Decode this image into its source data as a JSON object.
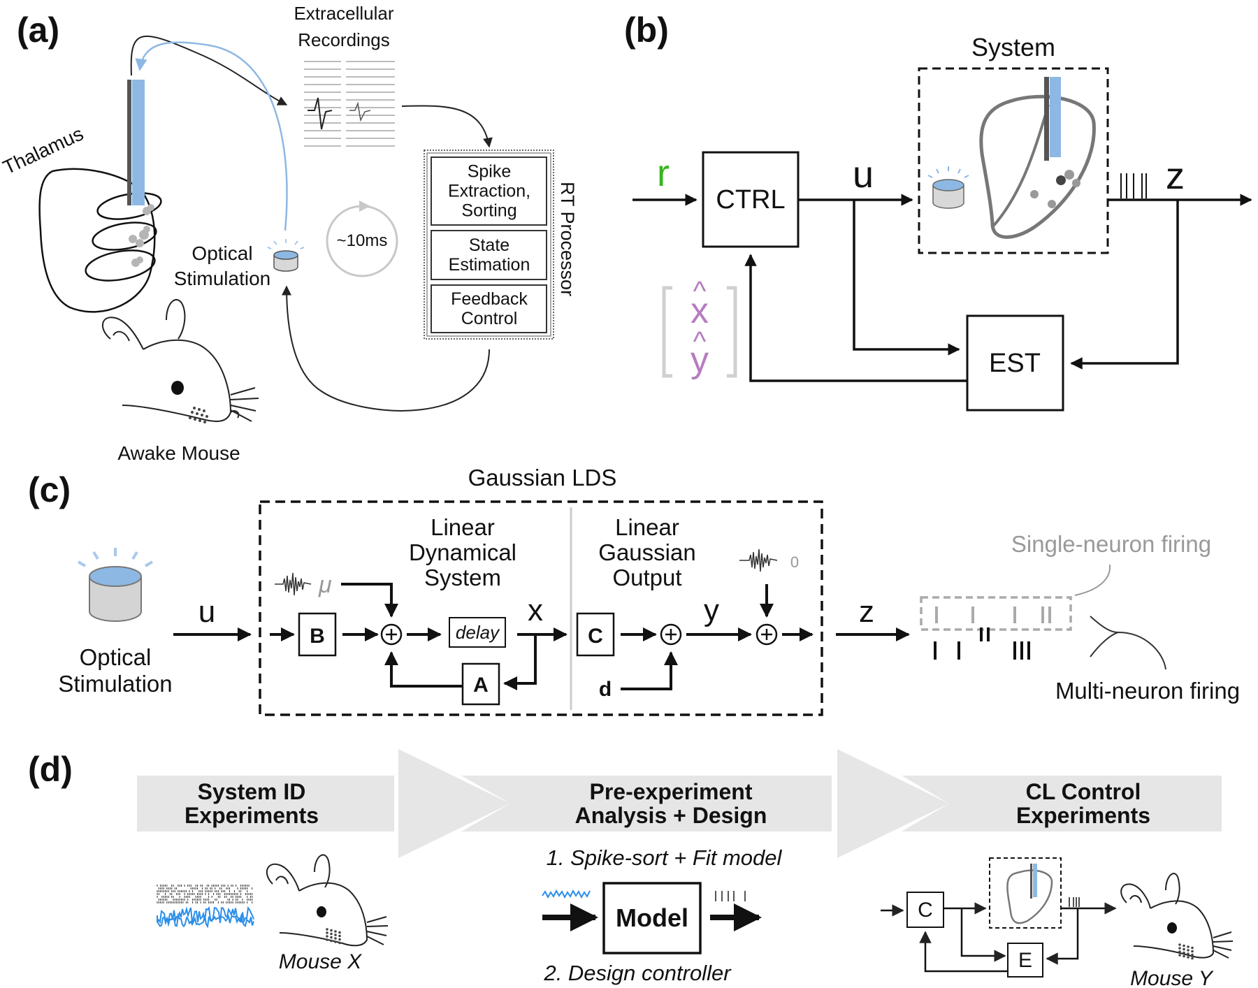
{
  "panels": {
    "a": {
      "label": "(a)",
      "thalamus": "Thalamus",
      "recordings_line1": "Extracellular",
      "recordings_line2": "Recordings",
      "processor_title": "RT Processor",
      "processor_steps": [
        [
          "Spike",
          "Extraction,",
          "Sorting"
        ],
        [
          "State",
          "Estimation"
        ],
        [
          "Feedback",
          "Control"
        ]
      ],
      "loop_time": "~10ms",
      "optical_line1": "Optical",
      "optical_line2": "Stimulation",
      "mouse_label": "Awake Mouse"
    },
    "b": {
      "label": "(b)",
      "system": "System",
      "ctrl": "CTRL",
      "est": "EST",
      "r": "r",
      "u": "u",
      "z": "z",
      "xhat": "x",
      "yhat": "y",
      "hat": "^"
    },
    "c": {
      "label": "(c)",
      "title": "Gaussian LDS",
      "lds_line1": "Linear",
      "lds_line2": "Dynamical",
      "lds_line3": "System",
      "lgo_line1": "Linear",
      "lgo_line2": "Gaussian",
      "lgo_line3": "Output",
      "optical_line1": "Optical",
      "optical_line2": "Stimulation",
      "u": "u",
      "mu": "μ",
      "zero": "0",
      "B": "B",
      "A": "A",
      "C": "C",
      "d": "d",
      "delay": "delay",
      "x": "x",
      "y": "y",
      "z": "z",
      "single": "Single-neuron firing",
      "multi": "Multi-neuron firing"
    },
    "d": {
      "label": "(d)",
      "stage1_line1": "System ID",
      "stage1_line2": "Experiments",
      "stage2_line1": "Pre-experiment",
      "stage2_line2": "Analysis + Design",
      "stage3_line1": "CL Control",
      "stage3_line2": "Experiments",
      "step1": "1. Spike-sort + Fit model",
      "step2": "2. Design controller",
      "model": "Model",
      "mouse_x": "Mouse X",
      "mouse_y": "Mouse Y",
      "C": "C",
      "E": "E"
    }
  },
  "colors": {
    "blue": "#8db8e3",
    "light_blue": "#a9c9ec",
    "spike_blue": "#2a8ee8",
    "green": "#38b51f",
    "purple": "#b67cc0",
    "gray": "#888888",
    "light_gray": "#cfcfcf",
    "banner_gray": "#e6e6e6"
  }
}
